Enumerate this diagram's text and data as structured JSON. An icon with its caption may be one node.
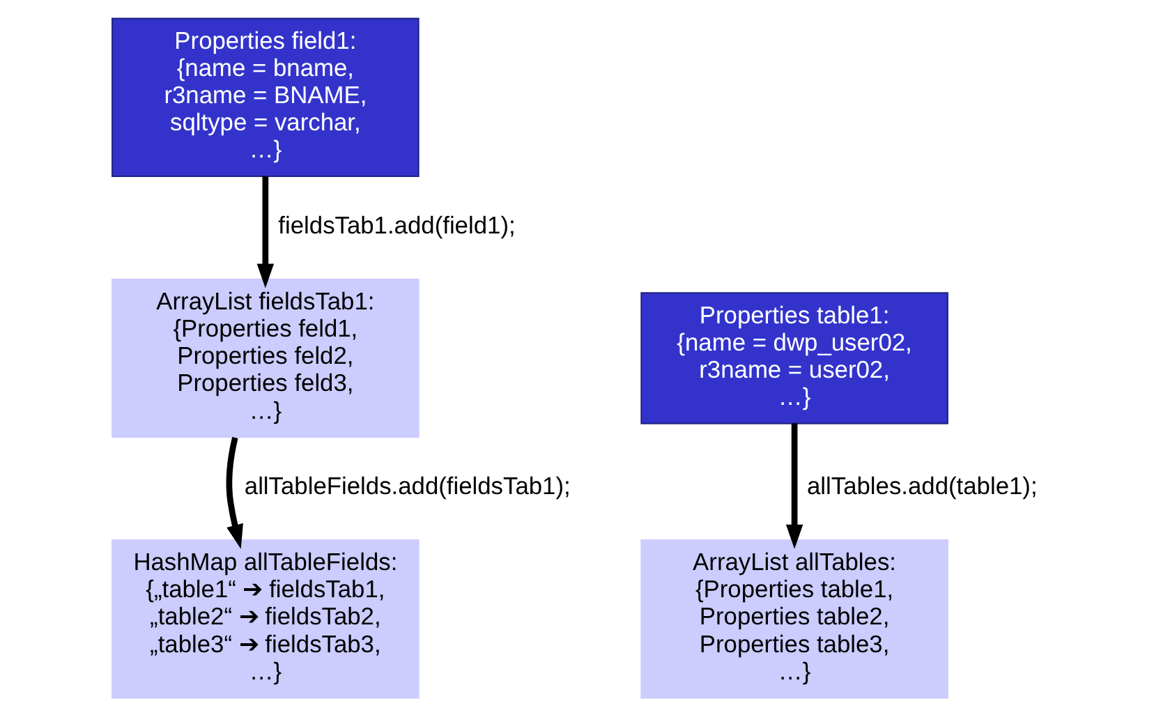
{
  "diagram": {
    "nodes": [
      {
        "text": [
          "Properties field1:",
          "{name = bname, r3name = BNAME, sqltype = varchar, …}"
        ]
      },
      {
        "text": [
          "ArrayList fieldsTab1:",
          "{Properties feld1, Properties feld2, Properties feld3, …}"
        ]
      },
      {
        "text": [
          "HashMap allTableFields:",
          "{„table1“ ➔ fieldsTab1, „table2“ ➔ fieldsTab2, „table3“ ➔ fieldsTab3, …}"
        ]
      },
      {
        "text": [
          "Properties table1:",
          "{name = dwp_user02, r3name = user02, …}"
        ]
      },
      {
        "text": [
          "ArrayList allTables:",
          "{Properties table1, Properties table2, Properties table3, …}"
        ]
      }
    ],
    "edges": [
      {
        "from": 0,
        "to": 1,
        "arrow": "to",
        "label": "fieldsTab1.add(field1);"
      },
      {
        "from": 1,
        "to": 2,
        "arrow": "to",
        "label": "allTableFields.add(fieldsTab1);"
      },
      {
        "from": 3,
        "to": 4,
        "arrow": "to",
        "label": "allTables.add(table1);"
      }
    ]
  }
}
